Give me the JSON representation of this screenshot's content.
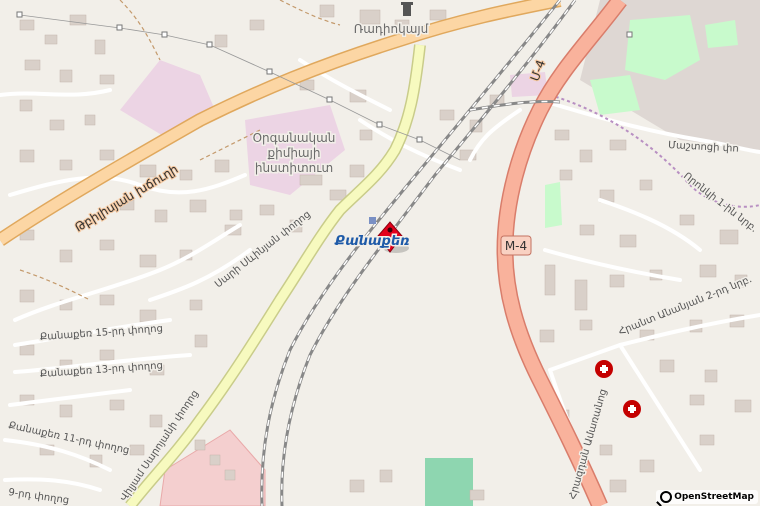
{
  "map": {
    "attribution": "OpenStreetMap",
    "labels": {
      "road_main_west": "Թբիլիսյան խճուղի",
      "district_north": "Ռադիոկայմ",
      "institute_line1": "Օրգանական",
      "institute_line2": "քիմիայի",
      "institute_line3": "ինստիտուտ",
      "station": "Քանաքեռ",
      "road_m4_upper": "Մ-4",
      "road_m4_shield": "M-4",
      "street_mashtots": "Մաշտոցի փո",
      "street_ornik": "Որոնկի 1-ին նրբ.",
      "street_hovhannisyan": "Սարի Սևինյան փողոց",
      "street_kanaker15": "Քանաքեռ 15-րդ փողոց",
      "street_kanaker13": "Քանաքեռ 13-րդ փողոց",
      "street_kanaker11": "Քանաքեռ 11-րդ փողոց",
      "street_kanaker9": "9-րդ փողոց",
      "street_marksist": "Վիլյամ Սարոյանի փողոց",
      "street_hrazdan": "Հրազդան Ամառանոց",
      "street_sebastia": "Հրանտ Անանյան 2-րդ նրբ."
    },
    "colors": {
      "background": "#f2efe9",
      "primary_road": "#fcd6a4",
      "trunk_road": "#f9b29c",
      "secondary_road": "#f7fabf",
      "railway": "#999999",
      "building": "#d9d0c9",
      "institution": "#f0d9e8",
      "park": "#c8facc",
      "hospital_marker": "#c40000",
      "station_marker": "#e3001b"
    }
  }
}
